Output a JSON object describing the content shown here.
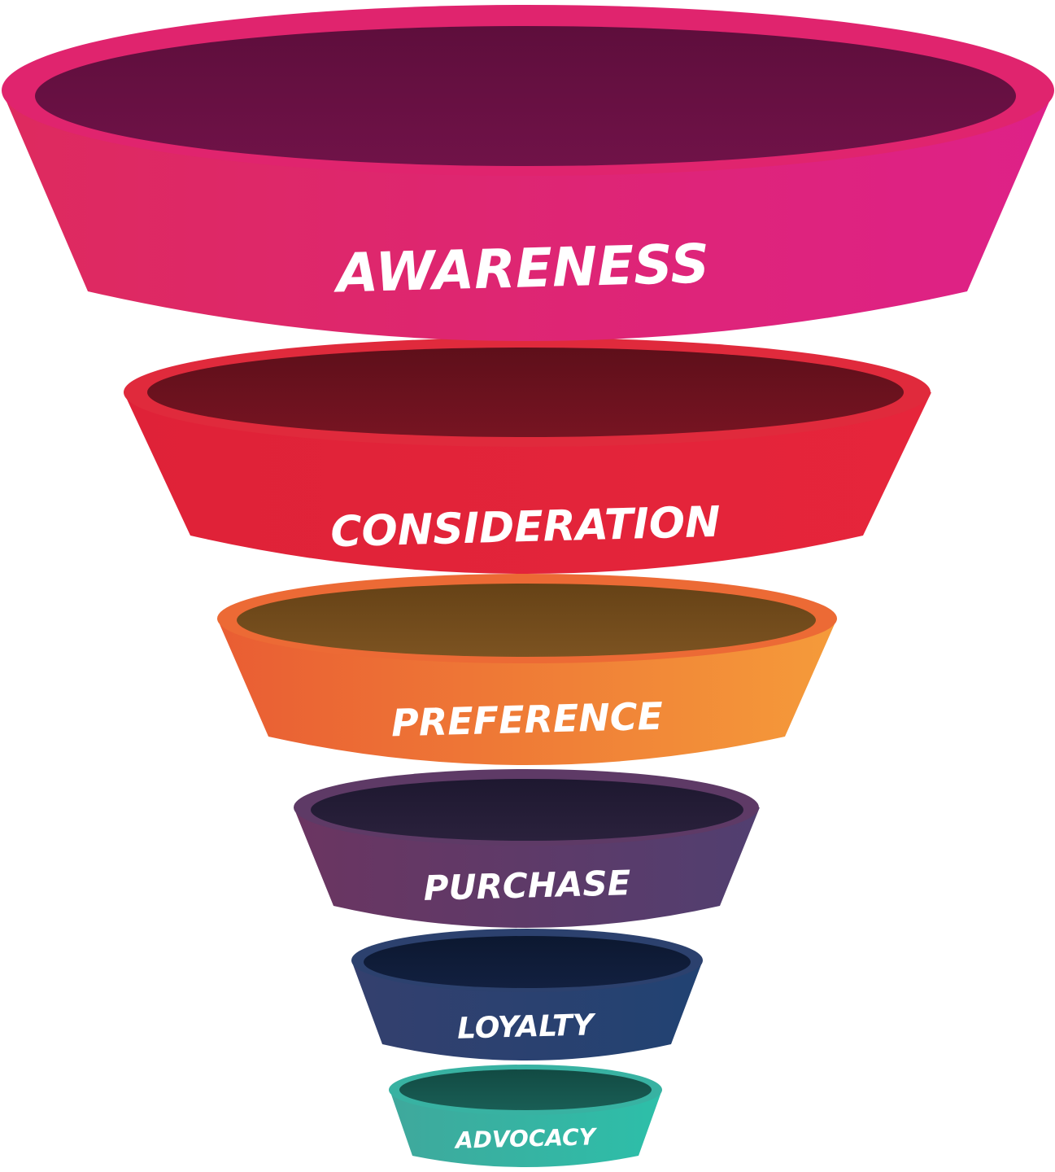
{
  "funnel": {
    "stages": [
      {
        "label": "AWARENESS",
        "colors": {
          "side_left": "#DE2A5E",
          "side_right": "#DE2188",
          "rim": "#E0246E",
          "inner": "#701248",
          "inner_dark": "#5E0E3C"
        }
      },
      {
        "label": "CONSIDERATION",
        "colors": {
          "side_left": "#DF2238",
          "side_right": "#E6253B",
          "rim": "#E02A3C",
          "inner": "#771422",
          "inner_dark": "#5E0F1A"
        }
      },
      {
        "label": "PREFERENCE",
        "colors": {
          "side_left": "#E95D33",
          "side_right": "#F59B3A",
          "rim": "#EC6A35",
          "inner": "#7C5321",
          "inner_dark": "#664216"
        }
      },
      {
        "label": "PURCHASE",
        "colors": {
          "side_left": "#6B3561",
          "side_right": "#513F70",
          "rim": "#5E3A66",
          "inner": "#2A213C",
          "inner_dark": "#1E1830"
        }
      },
      {
        "label": "LOYALTY",
        "colors": {
          "side_left": "#34406E",
          "side_right": "#214272",
          "rim": "#2C416E",
          "inner": "#122040",
          "inner_dark": "#0C1830"
        }
      },
      {
        "label": "ADVOCACY",
        "colors": {
          "side_left": "#3FA89C",
          "side_right": "#2DBFA9",
          "rim": "#38B2A2",
          "inner": "#195E55",
          "inner_dark": "#124A43"
        }
      }
    ]
  }
}
